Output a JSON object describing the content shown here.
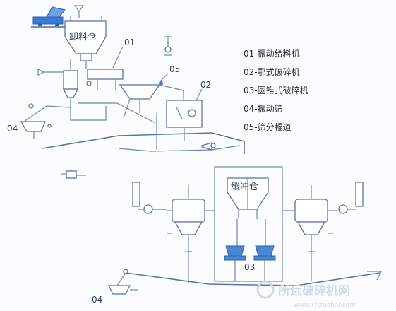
{
  "labels": {
    "unload_bin": "卸料仓",
    "buffer_bin": "缓冲仓",
    "tag_01": "01",
    "tag_02": "02",
    "tag_03": "03",
    "tag_04_upper": "04",
    "tag_04_lower": "04",
    "tag_05": "05"
  },
  "legend": [
    "01-振动给料机",
    "02-鄂式破碎机",
    "03-圆锥式破碎机",
    "04-振动筛",
    "05-筛分輥道"
  ],
  "watermark": {
    "name": "所远破碎机网",
    "url": "www.Yfcrusher.com"
  },
  "colors": {
    "line": "#6d86b8",
    "equipment_fill": "#ffffff",
    "truck": "#3a7bd5"
  }
}
